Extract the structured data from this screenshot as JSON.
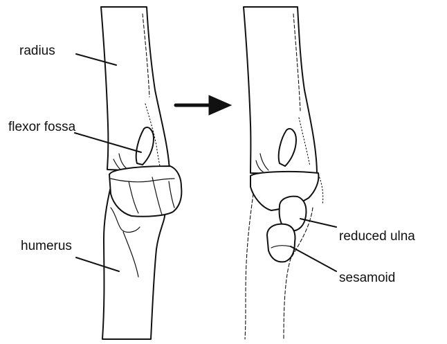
{
  "labels": {
    "radius": "radius",
    "flexor_fossa": "flexor fossa",
    "humerus": "humerus",
    "reduced_ulna": "reduced ulna",
    "sesamoid": "sesamoid"
  },
  "colors": {
    "ink": "#111111",
    "background": "#ffffff"
  },
  "icons": {
    "transition_arrow": "right-arrow-icon"
  }
}
